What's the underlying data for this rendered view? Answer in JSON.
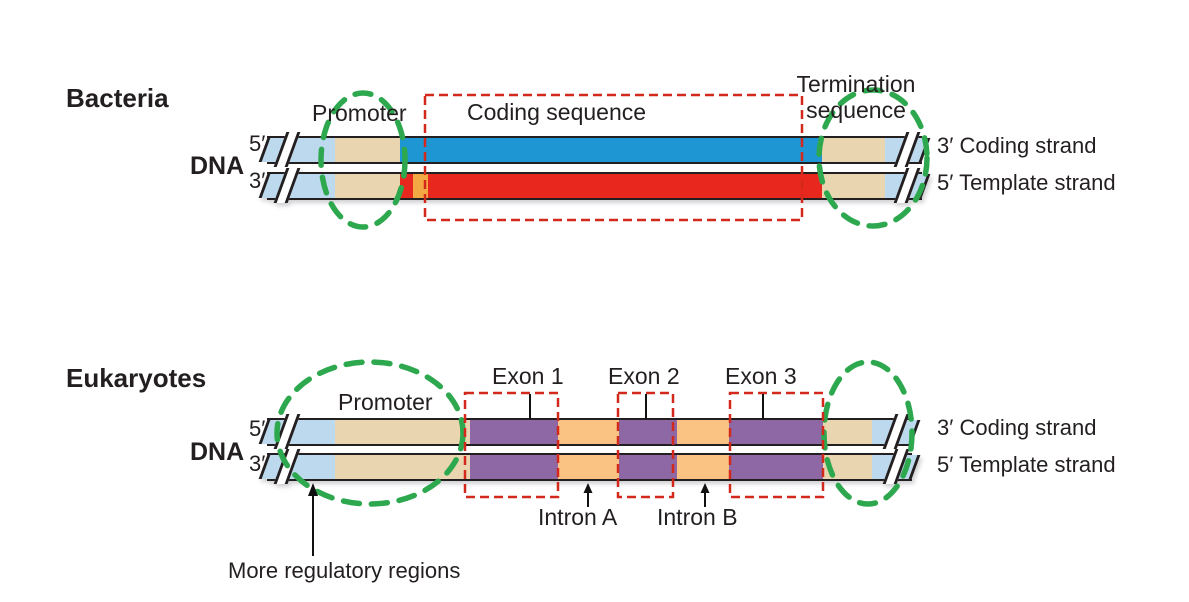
{
  "figure": {
    "bacteria": {
      "title": "Bacteria",
      "dna": "DNA",
      "five_prime": "5′",
      "three_prime": "3′",
      "promoter": "Promoter",
      "coding_sequence": "Coding sequence",
      "termination_line1": "Termination",
      "termination_line2": "sequence",
      "coding_strand": "3′ Coding strand",
      "template_strand": "5′ Template strand"
    },
    "eukaryotes": {
      "title": "Eukaryotes",
      "dna": "DNA",
      "five_prime": "5′",
      "three_prime": "3′",
      "promoter": "Promoter",
      "exons": [
        "Exon 1",
        "Exon 2",
        "Exon 3"
      ],
      "introns": [
        "Intron A",
        "Intron B"
      ],
      "coding_strand": "3′ Coding strand",
      "template_strand": "5′ Template strand",
      "more_regulatory": "More regulatory regions"
    }
  },
  "colors": {
    "coding_blue": "#1e96d3",
    "template_red": "#e8281e",
    "start_site_orange": "#f3a844",
    "promoter_tan": "#e9d6b1",
    "flank_light_blue": "#bdd9ee",
    "exon_purple": "#8d68a5",
    "intron_orange": "#fbc383",
    "highlight_green": "#2ea84e",
    "highlight_red": "#d3291d",
    "text": "#231f20"
  }
}
